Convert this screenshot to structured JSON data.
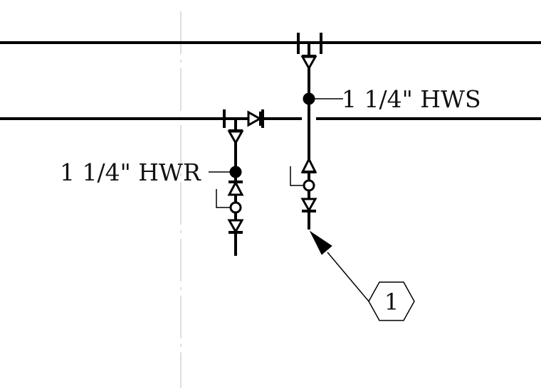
{
  "labels": {
    "hws": "1 1/4\" HWS",
    "hwr": "1 1/4\" HWR"
  },
  "tag": {
    "number": "1"
  }
}
